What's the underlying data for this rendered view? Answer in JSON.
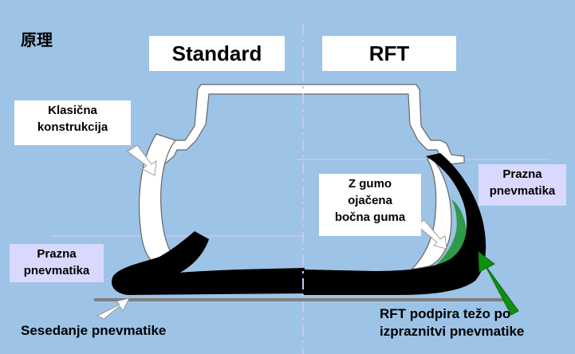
{
  "title": "原理",
  "columns": {
    "left": "Standard",
    "right": "RFT"
  },
  "labels": {
    "classic": [
      "Klasična",
      "konstrukcija"
    ],
    "flat_left": [
      "Prazna",
      "pnevmatika"
    ],
    "flat_right": [
      "Prazna",
      "pnevmatika"
    ],
    "reinforced": [
      "Z gumo",
      "ojačena",
      "bočna guma"
    ],
    "sag": "Sesedanje pnevmatike",
    "rft_support": [
      "RFT podpira težo po",
      "izpraznitvi pnevmatike"
    ]
  },
  "colors": {
    "background": "#9dc3e6",
    "tire": "#000000",
    "rim_fill": "#ffffff",
    "reinforcement": "#2e9a4a",
    "arrow_green": "#109010",
    "arrow_white": "#ffffff",
    "divider": "#c8c8f0",
    "ground": "#7f7f7f"
  }
}
